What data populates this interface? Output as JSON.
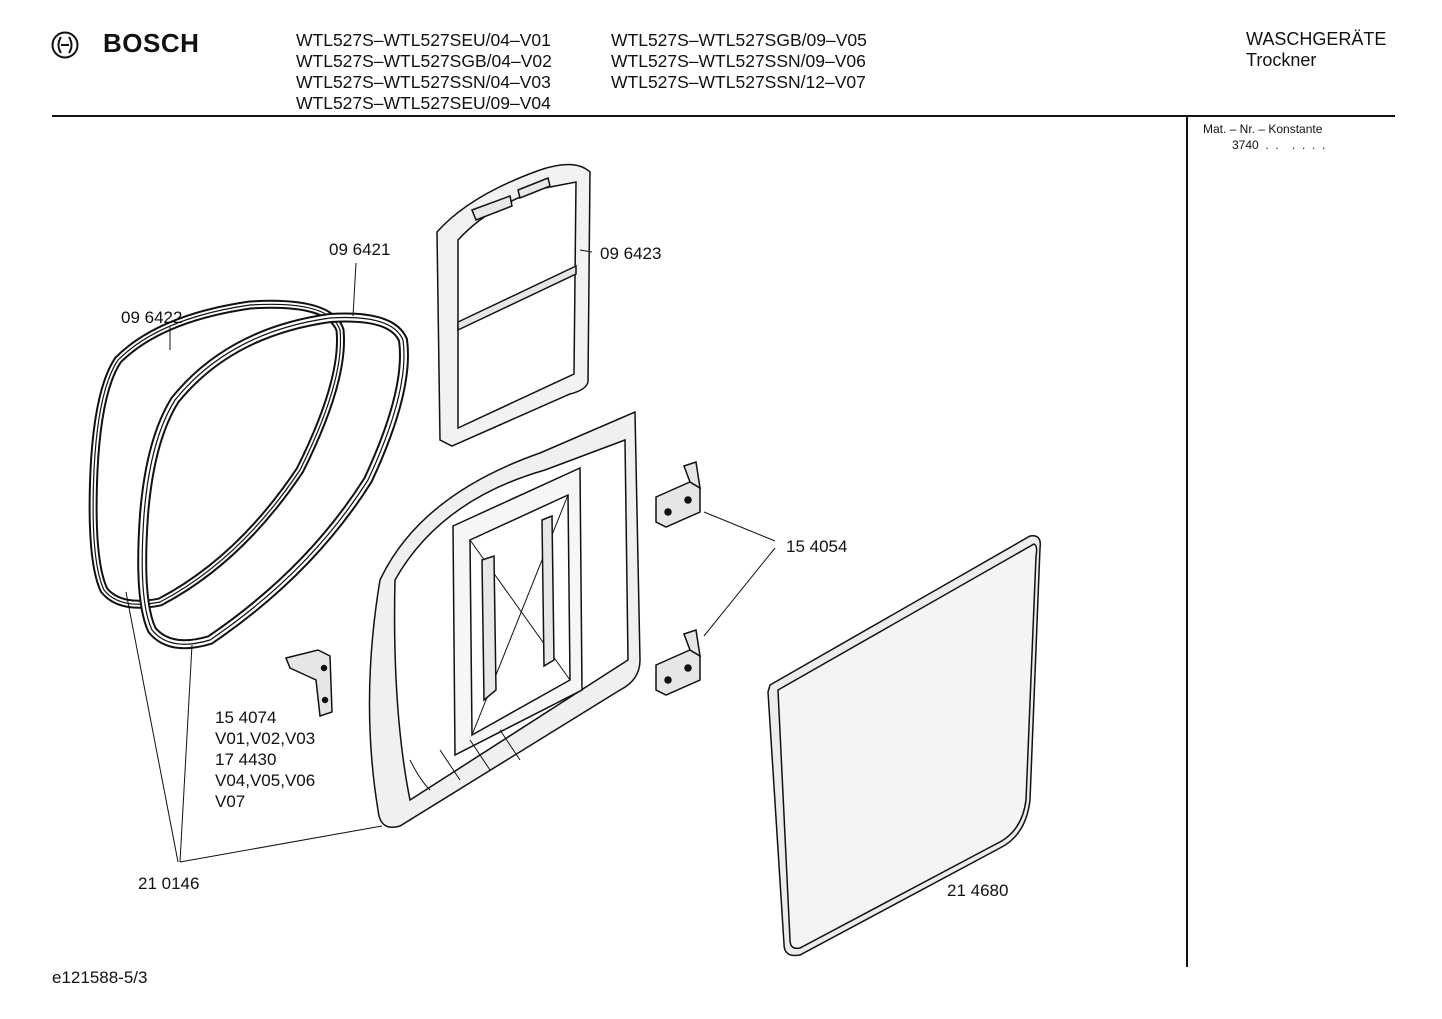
{
  "header": {
    "brand": "BOSCH",
    "models_left": [
      "WTL527S–WTL527SEU/04–V01",
      "WTL527S–WTL527SGB/04–V02",
      "WTL527S–WTL527SSN/04–V03",
      "WTL527S–WTL527SEU/09–V04"
    ],
    "models_right": [
      "WTL527S–WTL527SGB/09–V05",
      "WTL527S–WTL527SSN/09–V06",
      "WTL527S–WTL527SSN/12–V07"
    ],
    "category": "WASCHGERÄTE",
    "subcategory": "Trockner"
  },
  "side_panel": {
    "label": "Mat. – Nr. – Konstante",
    "value": "3740  .  .    .  .  .  ."
  },
  "parts": {
    "p096421": "09 6421",
    "p096422": "09 6422",
    "p096423": "09 6423",
    "p154054": "15 4054",
    "p210146": "21 0146",
    "p214680": "21 4680",
    "variants": [
      "15 4074",
      "V01,V02,V03",
      "17 4430",
      "V04,V05,V06",
      "V07"
    ]
  },
  "footer": {
    "id": "e121588-5/3"
  }
}
